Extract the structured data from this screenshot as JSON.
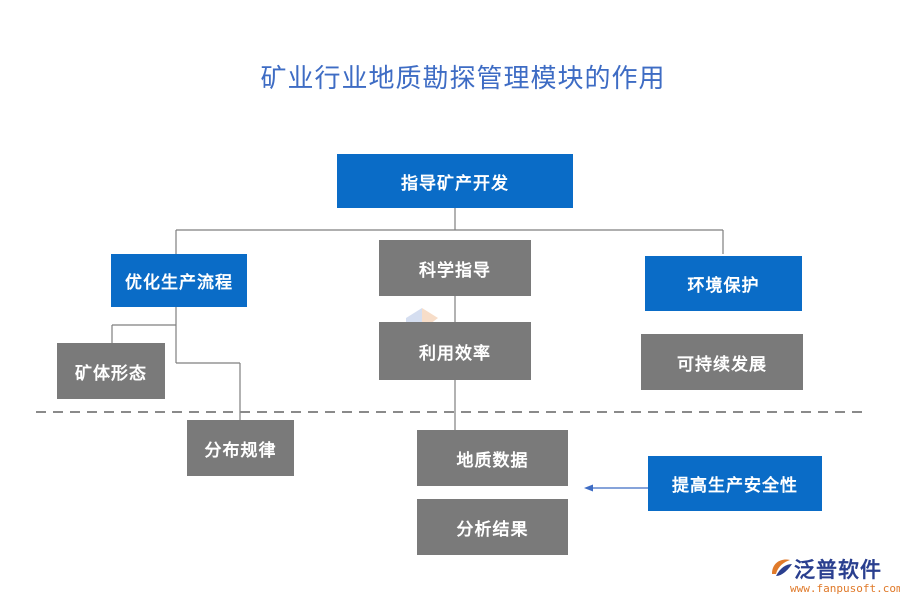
{
  "title": "矿业行业地质勘探管理模块的作用",
  "nodes": {
    "root": "指导矿产开发",
    "optimize": "优化生产流程",
    "science": "科学指导",
    "environment": "环境保护",
    "ore_shape": "矿体形态",
    "efficiency": "利用效率",
    "sustainable": "可持续发展",
    "distribution": "分布规律",
    "geo_data": "地质数据",
    "analysis": "分析结果",
    "safety": "提高生产安全性"
  },
  "logo": {
    "name": "泛普软件",
    "url": "www.fanpusoft.com",
    "icon": "fanpu-logo-icon"
  },
  "colors": {
    "title": "#3e6cc4",
    "blue_box": "#0a6cc7",
    "gray_box": "#7a7a7a",
    "line": "#7f7f7f",
    "arrow": "#3e6cc4"
  }
}
